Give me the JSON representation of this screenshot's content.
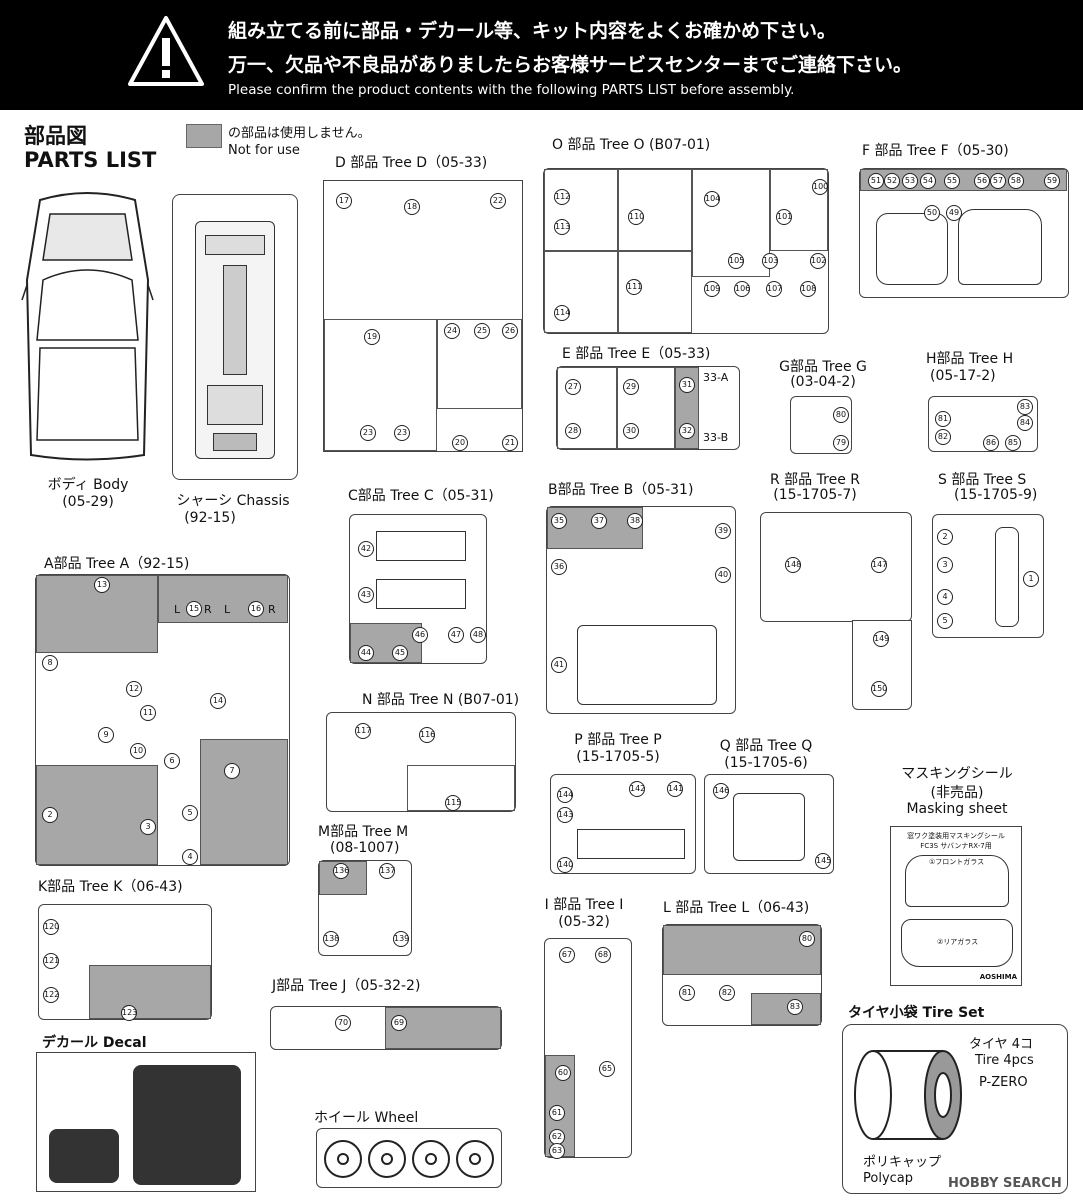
{
  "banner": {
    "line1": "組み立てる前に部品・デカール等、キット内容をよくお確かめ下さい。",
    "line2": "万一、欠品や不良品がありましたらお客様サービスセンターまでご連絡下さい。",
    "line3": "Please confirm the product contents with the following PARTS LIST before assembly."
  },
  "title": {
    "jp": "部品図",
    "en": "PARTS LIST"
  },
  "legend": {
    "jp": "の部品は使用しません。",
    "en": "Not for use"
  },
  "colors": {
    "unused_grey": "#a7a7a7",
    "banner_bg": "#000000"
  },
  "body": {
    "name": "ボディ Body",
    "code": "(05-29)"
  },
  "chassis": {
    "name": "シャーシ Chassis",
    "code": "(92-15)"
  },
  "trees": {
    "D": {
      "title": "D 部品 Tree D（05-33)",
      "parts": [
        "17",
        "18",
        "22",
        "19",
        "24",
        "25",
        "26",
        "23",
        "23",
        "20",
        "21"
      ]
    },
    "O": {
      "title": "O 部品 Tree O  (B07-01)",
      "parts": [
        "112",
        "113",
        "110",
        "104",
        "100",
        "101",
        "105",
        "103",
        "102",
        "111",
        "114",
        "109",
        "106",
        "107",
        "108"
      ]
    },
    "F": {
      "title": "F 部品 Tree F（05-30)",
      "parts": [
        "51",
        "52",
        "53",
        "54",
        "55",
        "56",
        "57",
        "58",
        "59",
        "50",
        "49"
      ]
    },
    "E": {
      "title": "E 部品 Tree E（05-33)",
      "parts": [
        "27",
        "29",
        "31",
        "33-A",
        "28",
        "30",
        "32",
        "33-B"
      ]
    },
    "G": {
      "title": "G部品 Tree G",
      "code": "(03-04-2)",
      "parts": [
        "80",
        "79"
      ]
    },
    "H": {
      "title": "H部品 Tree H",
      "code": "(05-17-2)",
      "parts": [
        "81",
        "82",
        "83",
        "84",
        "86",
        "85"
      ]
    },
    "C": {
      "title": "C部品 Tree C（05-31)",
      "parts": [
        "42",
        "43",
        "46",
        "47",
        "48",
        "44",
        "45"
      ]
    },
    "B": {
      "title": "B部品 Tree B（05-31)",
      "parts": [
        "35",
        "36",
        "37",
        "39",
        "38",
        "40",
        "41"
      ]
    },
    "R": {
      "title": "R 部品 Tree R",
      "code": "(15-1705-7)",
      "parts": [
        "148",
        "147",
        "149",
        "150"
      ]
    },
    "S": {
      "title": "S 部品 Tree S",
      "code": "(15-1705-9)",
      "parts": [
        "2",
        "3",
        "4",
        "5",
        "1"
      ]
    },
    "A": {
      "title": "A部品 Tree A（92-15)",
      "parts": [
        "13",
        "L",
        "15",
        "R",
        "L",
        "16",
        "R",
        "12",
        "14",
        "8",
        "11",
        "9",
        "10",
        "6",
        "7",
        "2",
        "3",
        "5",
        "4"
      ]
    },
    "N": {
      "title": "N 部品 Tree N   (B07-01)",
      "parts": [
        "117",
        "116",
        "115"
      ]
    },
    "P": {
      "title": "P 部品 Tree P",
      "code": "(15-1705-5)",
      "parts": [
        "144",
        "143",
        "142",
        "141",
        "140"
      ]
    },
    "Q": {
      "title": "Q 部品 Tree Q",
      "code": "(15-1705-6)",
      "parts": [
        "146",
        "145"
      ]
    },
    "M": {
      "title": "M部品 Tree M",
      "code": "(08-1007)",
      "parts": [
        "136",
        "137",
        "138",
        "139"
      ]
    },
    "K": {
      "title": "K部品 Tree K（06-43)",
      "parts": [
        "120",
        "121",
        "122",
        "123"
      ]
    },
    "I": {
      "title": "I 部品 Tree I",
      "code": "(05-32)",
      "parts": [
        "67",
        "68",
        "60",
        "65",
        "61",
        "62",
        "63"
      ]
    },
    "L": {
      "title": "L 部品 Tree L（06-43)",
      "parts": [
        "80",
        "81",
        "82",
        "83"
      ]
    },
    "J": {
      "title": "J部品 Tree J（05-32-2)",
      "parts": [
        "70",
        "69"
      ]
    }
  },
  "masking": {
    "jp": "マスキングシール",
    "sub": "(非売品)",
    "en": "Masking sheet",
    "sheet_title": "窓ワク塗装用マスキングシール",
    "sheet_sub": "FC3S サバンナRX-7用",
    "front": "①フロントガラス",
    "rear": "②リアガラス",
    "brand": "AOSHIMA"
  },
  "tire": {
    "title": "タイヤ小袋 Tire Set",
    "count_jp": "タイヤ 4コ",
    "count_en": "Tire 4pcs",
    "brand": "P-ZERO",
    "poly_jp": "ポリキャップ",
    "poly_en": "Polycap"
  },
  "decal": {
    "title": "デカール Decal"
  },
  "wheel": {
    "title": "ホイール Wheel"
  },
  "watermark": "HOBBY SEARCH"
}
